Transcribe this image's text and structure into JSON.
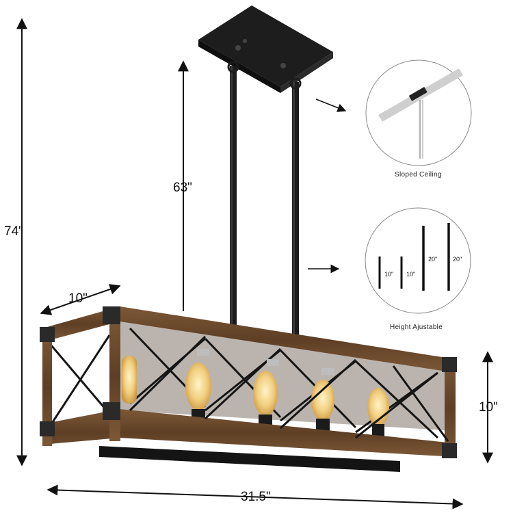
{
  "dimensions": {
    "total_height": "74\"",
    "chain_height": "63\"",
    "depth": "10\"",
    "body_height": "10\"",
    "length": "31.5\""
  },
  "insets": {
    "sloped": {
      "caption": "Sloped Ceiling"
    },
    "adjustable": {
      "caption": "Height Ajustable",
      "rods": [
        "10\"",
        "10\"",
        "20\"",
        "20\""
      ]
    }
  },
  "colors": {
    "metal": "#1c1c1c",
    "wood": "#6b4a2e",
    "wood_light": "#8a6440",
    "bulb_glow": "#f5d48a",
    "bracket": "#bdbdbd"
  }
}
